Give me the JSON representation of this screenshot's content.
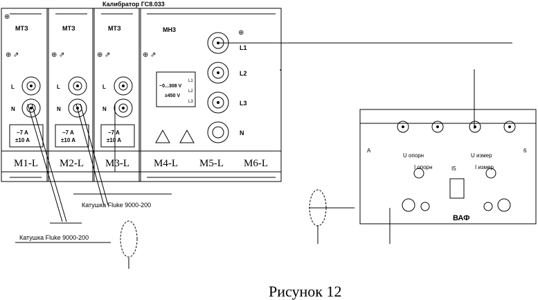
{
  "title": "Калибратор ГС8.033",
  "caption": "Рисунок 12",
  "modules": [
    {
      "label": "МТЗ",
      "range_a": "~7 A",
      "range_b": "±10 A",
      "term_l": "L",
      "term_n": "N",
      "slot": "M1-L"
    },
    {
      "label": "МТЗ",
      "range_a": "~7 A",
      "range_b": "±10 A",
      "term_l": "L",
      "term_n": "N",
      "slot": "M2-L"
    },
    {
      "label": "МТЗ",
      "range_a": "~7 A",
      "range_b": "±10 A",
      "term_l": "L",
      "term_n": "N",
      "slot": "M3-L"
    }
  ],
  "voltage_module": {
    "label": "МН3",
    "range_a": "~0...308 V",
    "range_b": "±450 V",
    "side": [
      "L1",
      "L2",
      "L3"
    ],
    "terminals": [
      "L1",
      "L2",
      "L3",
      "N"
    ],
    "slots": [
      "M4-L",
      "M5-L",
      "M6-L"
    ]
  },
  "coils": [
    "Катушка Fluke 9000-200",
    "Катушка Fluke 9000-200"
  ],
  "device": {
    "name": "ВАФ",
    "u_ref": "U опорн",
    "u_meas": "U измер",
    "i_ref": "I опорн",
    "i_meas": "I измер",
    "center": "I5",
    "marker_left": "A",
    "marker_right": "6"
  }
}
